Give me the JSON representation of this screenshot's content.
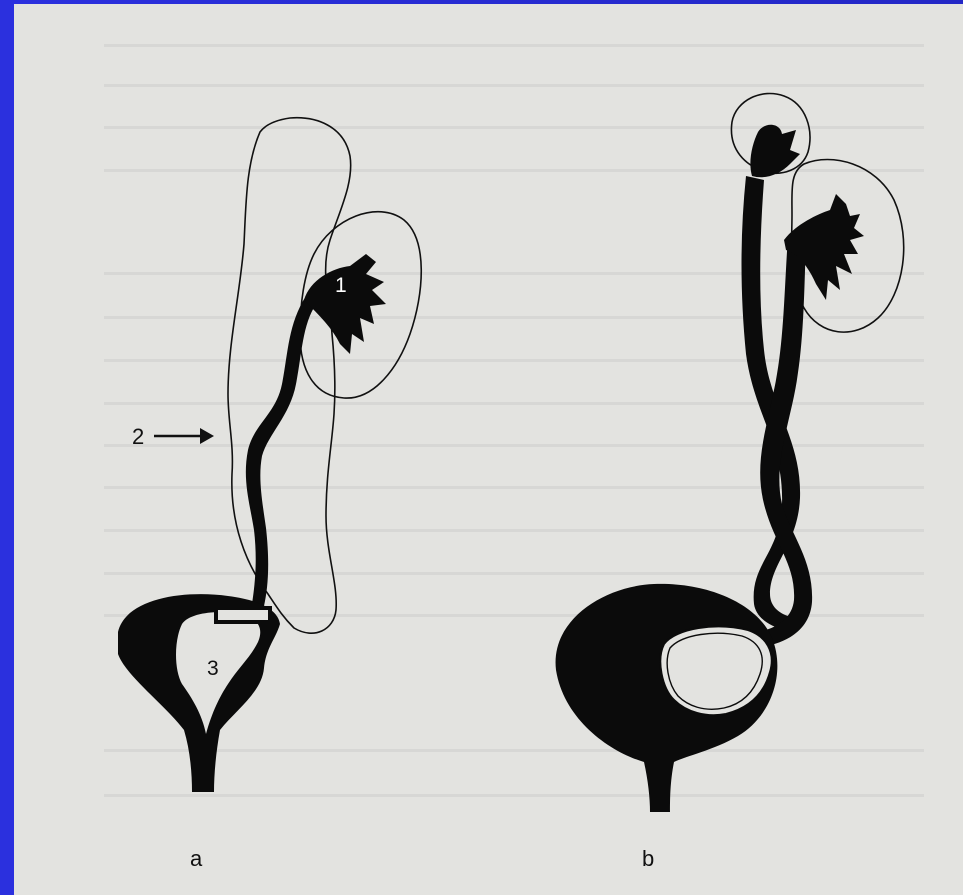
{
  "figure": {
    "panels": [
      {
        "id": "a",
        "label": "a"
      },
      {
        "id": "b",
        "label": "b"
      }
    ],
    "callouts": [
      {
        "id": "1",
        "label": "1"
      },
      {
        "id": "2",
        "label": "2"
      },
      {
        "id": "3",
        "label": "3"
      }
    ]
  },
  "colors": {
    "frame": "#2a2fd8",
    "paper": "#e3e3e0",
    "ink": "#0b0b0b"
  }
}
